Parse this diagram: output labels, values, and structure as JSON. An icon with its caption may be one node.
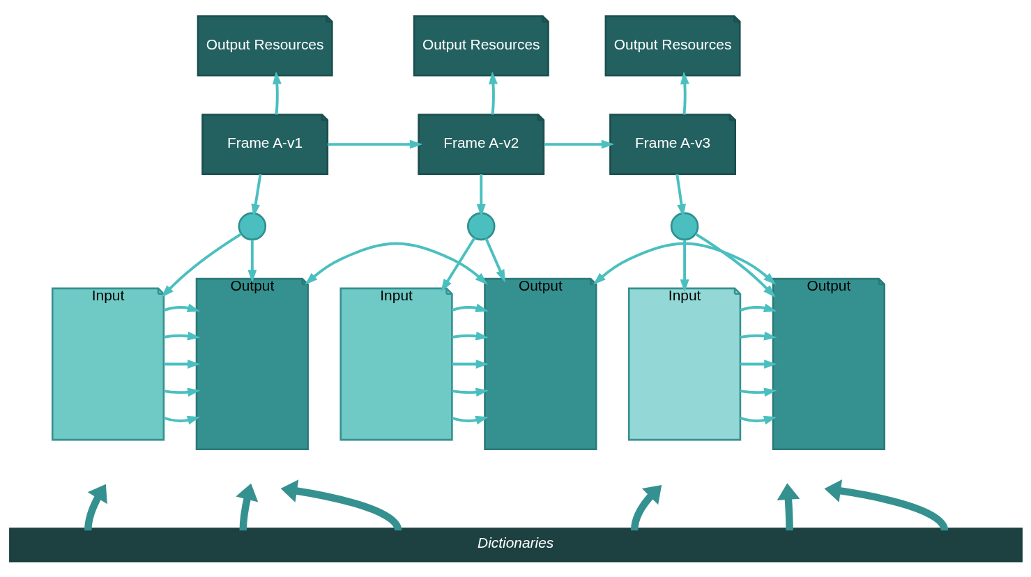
{
  "diagram": {
    "nodes": [
      {
        "text": [
          "Output Resources"
        ]
      },
      {
        "text": [
          "Frame A-v1"
        ]
      },
      {
        "text": [],
        "shape": "circle"
      },
      {
        "text": [
          "Input"
        ]
      },
      {
        "text": [
          "Output"
        ]
      },
      {
        "text": [
          "Output Resources"
        ]
      },
      {
        "text": [
          "Frame A-v2"
        ]
      },
      {
        "text": [],
        "shape": "circle"
      },
      {
        "text": [
          "Input"
        ]
      },
      {
        "text": [
          "Output"
        ]
      },
      {
        "text": [
          "Output Resources"
        ]
      },
      {
        "text": [
          "Frame A-v3"
        ]
      },
      {
        "text": [],
        "shape": "circle"
      },
      {
        "text": [
          "Input"
        ]
      },
      {
        "text": [
          "Output"
        ]
      },
      {
        "text": [
          "Dictionaries"
        ]
      }
    ],
    "edges": [
      {
        "from": 1,
        "to": 0,
        "arrow": "to"
      },
      {
        "from": 1,
        "to": 6,
        "arrow": "to"
      },
      {
        "from": 6,
        "to": 11,
        "arrow": "to"
      },
      {
        "from": 6,
        "to": 5,
        "arrow": "to"
      },
      {
        "from": 11,
        "to": 10,
        "arrow": "to"
      },
      {
        "from": 1,
        "to": 2,
        "arrow": "to"
      },
      {
        "from": 2,
        "to": 3,
        "arrow": "to"
      },
      {
        "from": 2,
        "to": 4,
        "arrow": "to"
      },
      {
        "from": 6,
        "to": 7,
        "arrow": "to"
      },
      {
        "from": 7,
        "to": 8,
        "arrow": "to"
      },
      {
        "from": 7,
        "to": 9,
        "arrow": "to"
      },
      {
        "from": 11,
        "to": 12,
        "arrow": "to"
      },
      {
        "from": 12,
        "to": 13,
        "arrow": "to"
      },
      {
        "from": 12,
        "to": 14,
        "arrow": "to"
      },
      {
        "from": 3,
        "to": 4,
        "arrow": "to"
      },
      {
        "from": 3,
        "to": 4,
        "arrow": "to"
      },
      {
        "from": 3,
        "to": 4,
        "arrow": "to"
      },
      {
        "from": 3,
        "to": 4,
        "arrow": "to"
      },
      {
        "from": 3,
        "to": 4,
        "arrow": "to"
      },
      {
        "from": 8,
        "to": 9,
        "arrow": "to"
      },
      {
        "from": 8,
        "to": 9,
        "arrow": "to"
      },
      {
        "from": 8,
        "to": 9,
        "arrow": "to"
      },
      {
        "from": 8,
        "to": 9,
        "arrow": "to"
      },
      {
        "from": 8,
        "to": 9,
        "arrow": "to"
      },
      {
        "from": 13,
        "to": 14,
        "arrow": "to"
      },
      {
        "from": 13,
        "to": 14,
        "arrow": "to"
      },
      {
        "from": 13,
        "to": 14,
        "arrow": "to"
      },
      {
        "from": 13,
        "to": 14,
        "arrow": "to"
      },
      {
        "from": 13,
        "to": 14,
        "arrow": "to"
      },
      {
        "from": 4,
        "to": 9,
        "arrow": "both"
      },
      {
        "from": 9,
        "to": 14,
        "arrow": "both"
      },
      {
        "from": 15,
        "to": null,
        "arrow": "to",
        "style": "thick"
      },
      {
        "from": 15,
        "to": null,
        "arrow": "to",
        "style": "thick"
      },
      {
        "from": 15,
        "to": null,
        "arrow": "to",
        "style": "thick"
      },
      {
        "from": 15,
        "to": null,
        "arrow": "to",
        "style": "thick"
      },
      {
        "from": 15,
        "to": null,
        "arrow": "to",
        "style": "thick"
      },
      {
        "from": 15,
        "to": null,
        "arrow": "to",
        "style": "thick"
      }
    ]
  }
}
